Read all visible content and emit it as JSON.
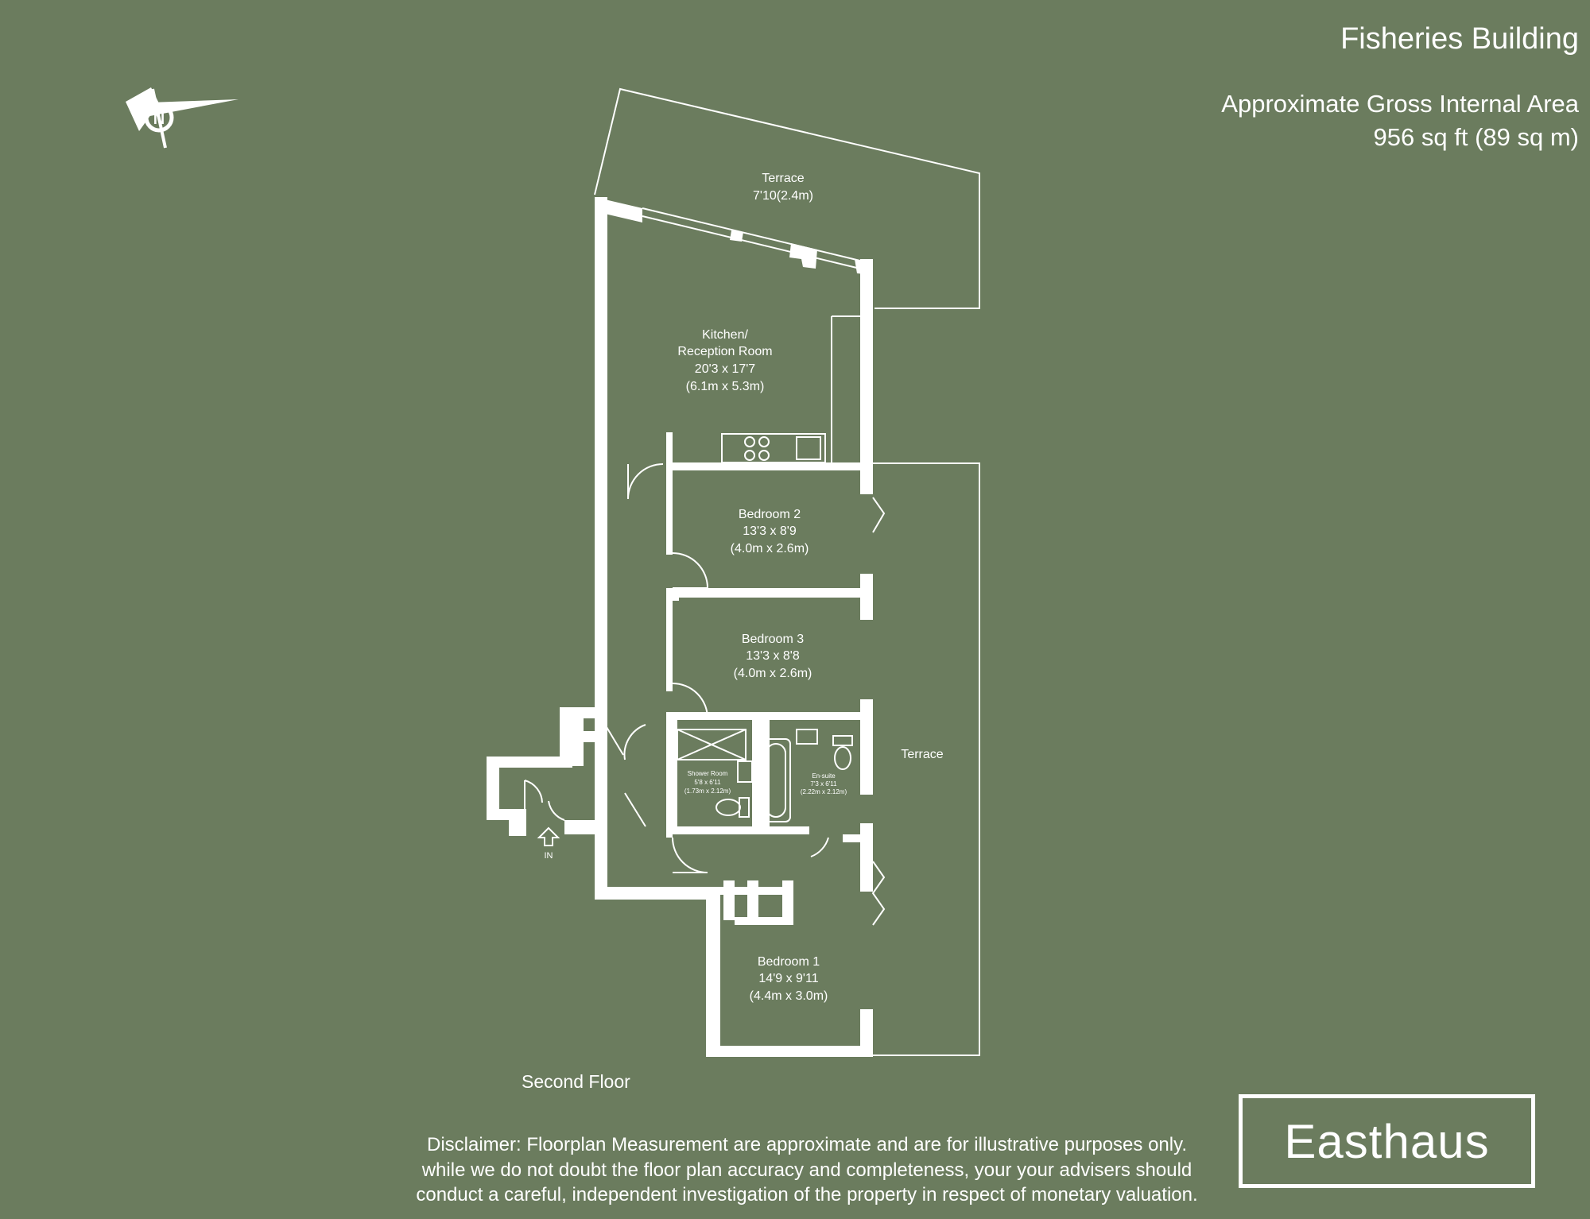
{
  "header": {
    "building_name": "Fisheries Building",
    "area_heading": "Approximate Gross Internal Area",
    "area_value": "956 sq ft (89 sq m)"
  },
  "plan": {
    "floor_name": "Second Floor",
    "entrance_label": "IN",
    "rooms": [
      {
        "name": "Terrace",
        "dims": "7'10(2.4m)"
      },
      {
        "name": "Kitchen/",
        "name2": "Reception Room",
        "dims": "20'3 x 17'7",
        "dims_metric": "(6.1m x 5.3m)"
      },
      {
        "name": "Bedroom 2",
        "dims": "13'3 x 8'9",
        "dims_metric": "(4.0m x 2.6m)"
      },
      {
        "name": "Bedroom 3",
        "dims": "13'3 x 8'8",
        "dims_metric": "(4.0m x 2.6m)"
      },
      {
        "name": "Shower Room",
        "dims": "5'8 x 6'11",
        "dims_metric": "(1.73m x 2.12m)"
      },
      {
        "name": "En-suite",
        "dims": "7'3 x 6'11",
        "dims_metric": "(2.22m x 2.12m)"
      },
      {
        "name": "Terrace"
      },
      {
        "name": "Bedroom 1",
        "dims": "14'9 x 9'11",
        "dims_metric": "(4.4m x 3.0m)"
      }
    ]
  },
  "footer": {
    "disclaimer_1": "Disclaimer: Floorplan Measurement are approximate and are for illustrative purposes only.",
    "disclaimer_2": "while we do not doubt the floor plan accuracy and completeness, your your advisers should",
    "disclaimer_3": "conduct a careful, independent investigation of the property in respect of monetary valuation.",
    "brand": "Easthaus"
  },
  "colors": {
    "background": "#6b7c5e",
    "ink": "#ffffff"
  },
  "icons": {
    "compass": "north-compass-icon",
    "entrance": "entrance-arrow-icon"
  }
}
